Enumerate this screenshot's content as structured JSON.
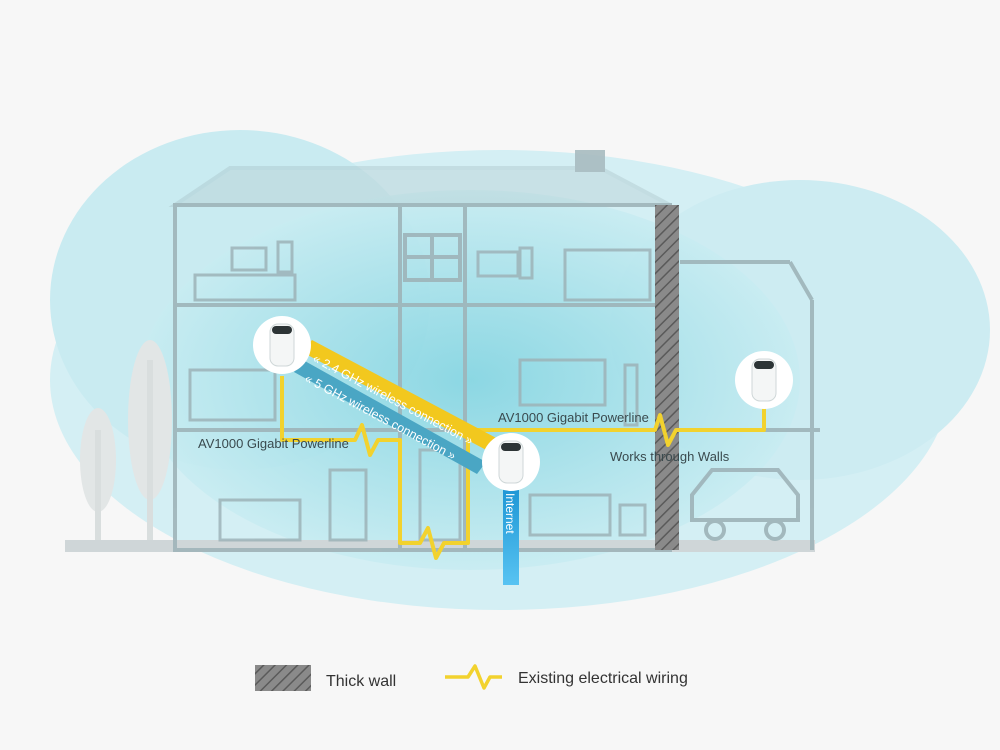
{
  "labels": {
    "wifi_24": "« 2.4 GHz wireless connection »",
    "wifi_5": "« 5 GHz wireless connection »",
    "powerline_left": "AV1000 Gigabit Powerline",
    "powerline_right": "AV1000 Gigabit Powerline",
    "walls": "Works through Walls",
    "internet": "Internet"
  },
  "legend": {
    "thick_wall": "Thick wall",
    "wiring": "Existing electrical wiring"
  },
  "colors": {
    "wifi_24": "#f2c81e",
    "wifi_5": "#4aa6c4",
    "wiring": "#f2d22e",
    "internet": "#1e9ad6",
    "cloud": "#bfe6ee",
    "house": "#9fb6bb",
    "wall": "#7a7a7a"
  },
  "icons": [
    "mesh-unit-icon",
    "wifi-icon",
    "car-icon",
    "tree-icon",
    "wall-hatch-icon",
    "wiring-zigzag-icon"
  ]
}
